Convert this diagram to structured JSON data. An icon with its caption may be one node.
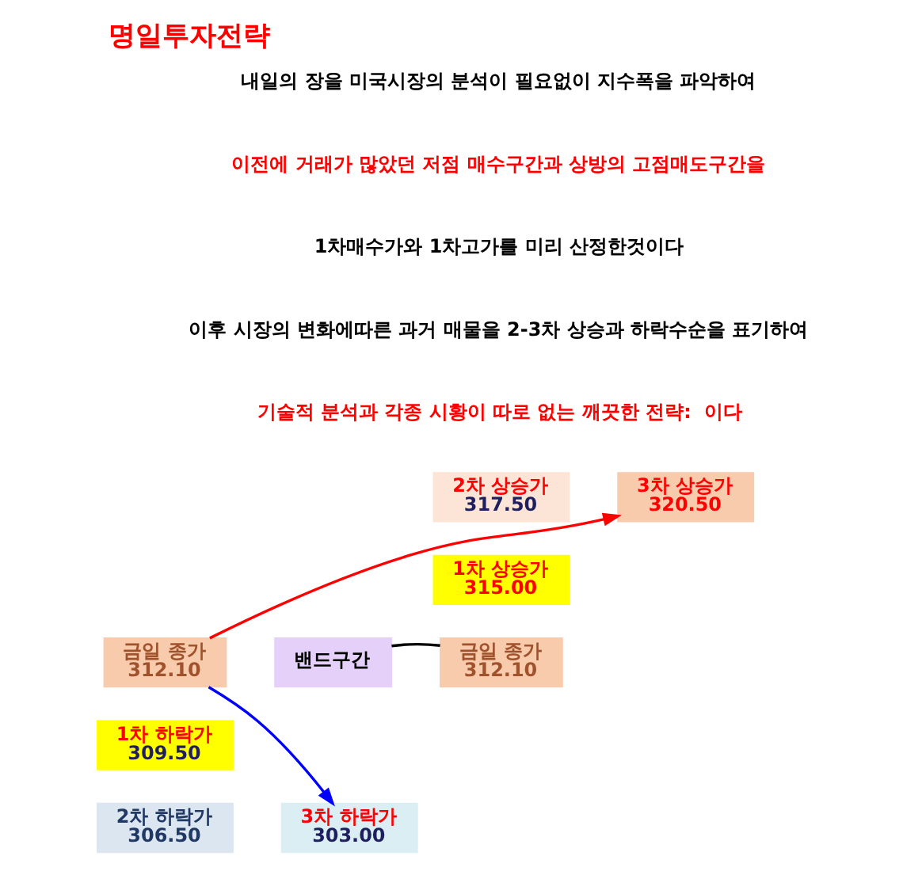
{
  "diagram": {
    "title": "명일투자전략",
    "nodes": [
      {
        "text": [
          "3차 상승가",
          "320.50"
        ]
      },
      {
        "text": [
          "2차 상승가",
          "317.50"
        ]
      },
      {
        "text": [
          "1차 상승가",
          "315.00"
        ]
      },
      {
        "text": [
          "금일 종가",
          "312.10"
        ]
      },
      {
        "text": [
          "밴드구간"
        ]
      },
      {
        "text": [
          "금일 종가",
          "312.10"
        ]
      },
      {
        "text": [
          "1차 하락가",
          "309.50"
        ]
      },
      {
        "text": [
          "2차 하락가",
          "306.50"
        ]
      },
      {
        "text": [
          "3차 하락가",
          "303.00"
        ]
      }
    ],
    "edges": [
      {
        "from": 3,
        "to": 0,
        "arrow": "to",
        "color": "#ff0000"
      },
      {
        "from": 3,
        "to": 8,
        "arrow": "to",
        "color": "#0000ff"
      },
      {
        "from": 4,
        "to": 5,
        "arrow": "none",
        "color": "#000000"
      }
    ],
    "labels": [
      "내일의 장을 미국시장의 분석이 필요없이 지수폭을 파악하여",
      "이전에 거래가 많았던 저점 매수구간과 상방의 고점매도구간을",
      "1차매수가와 1차고가를 미리 산정한것이다",
      "이후 시장의 변화에따른 과거 매물을 2-3차 상승과 하락수순을 표기하여",
      "기술적 분석과 각종 시황이 따로 없는 깨끗한 전략:  이다"
    ]
  }
}
